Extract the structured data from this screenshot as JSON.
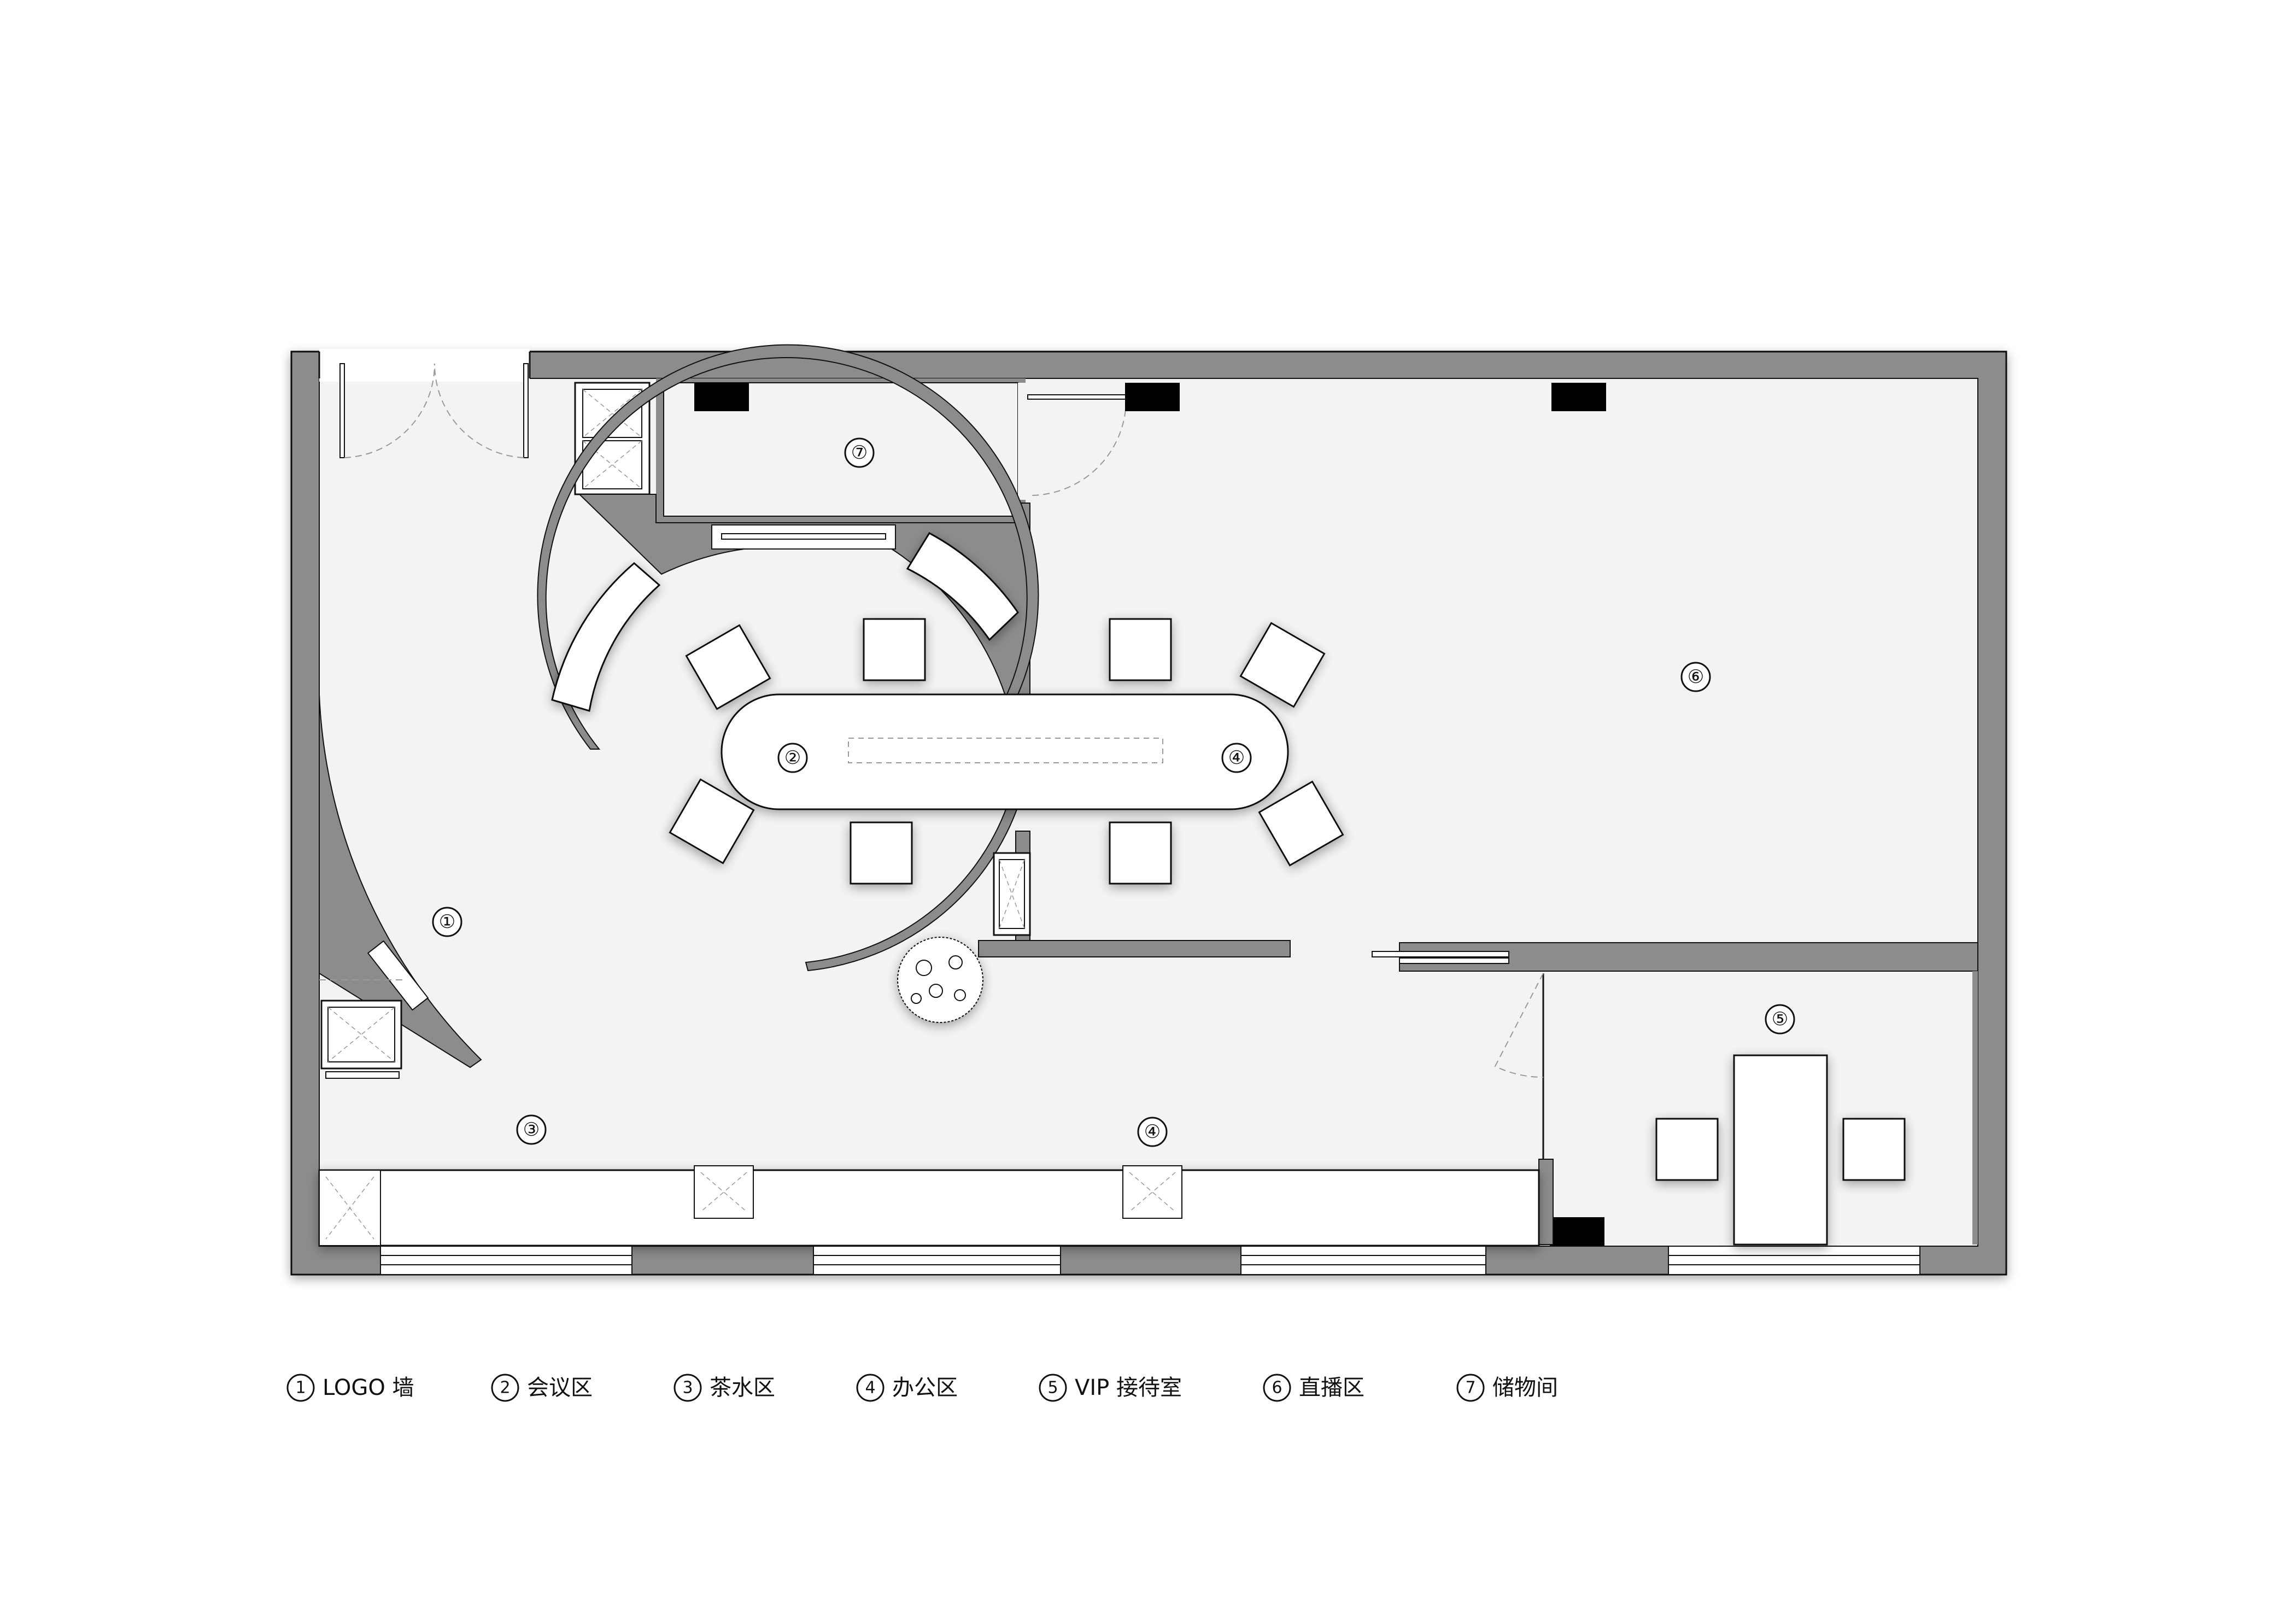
{
  "plan": {
    "zone_markers": [
      {
        "num": "①"
      },
      {
        "num": "②"
      },
      {
        "num": "③"
      },
      {
        "num": "④"
      },
      {
        "num": "④"
      },
      {
        "num": "⑤"
      },
      {
        "num": "⑥"
      },
      {
        "num": "⑦"
      }
    ]
  },
  "legend": [
    {
      "num": "1",
      "label": "LOGO 墙"
    },
    {
      "num": "2",
      "label": "会议区"
    },
    {
      "num": "3",
      "label": "茶水区"
    },
    {
      "num": "4",
      "label": "办公区"
    },
    {
      "num": "5",
      "label": "VIP 接待室"
    },
    {
      "num": "6",
      "label": "直播区"
    },
    {
      "num": "7",
      "label": "储物间"
    }
  ],
  "colors": {
    "wall": "#8c8c8c",
    "floor": "#f3f3f3",
    "furniture": "#ffffff",
    "outline": "#111111"
  }
}
